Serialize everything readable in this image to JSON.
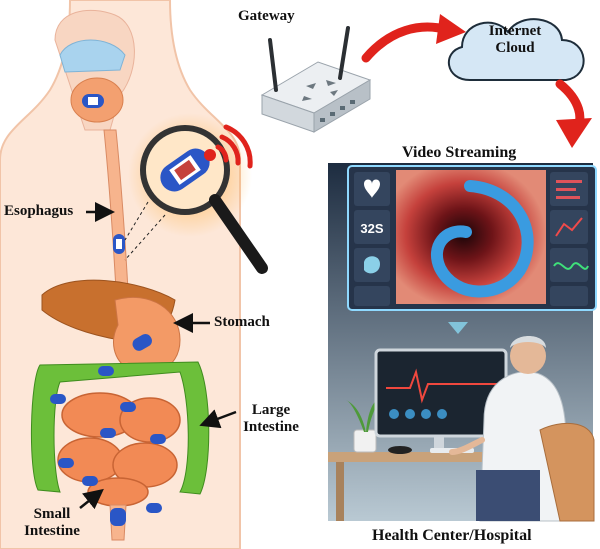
{
  "labels": {
    "gateway": "Gateway",
    "internet_cloud": "Internet\nCloud",
    "video_streaming": "Video Streaming",
    "esophagus": "Esophagus",
    "stomach": "Stomach",
    "large_intestine": "Large\nIntestine",
    "small_intestine": "Small\nIntestine",
    "health_center": "Health Center/Hospital"
  },
  "screen": {
    "counter": "32S"
  },
  "colors": {
    "arrow_red": "#e0231c",
    "capsule_blue": "#2a56c6",
    "cloud_fill": "#d5e7f5",
    "large_intestine": "#6cbf3a",
    "small_intestine": "#f28a55",
    "liver": "#c8702e",
    "tissue": "#c5413c"
  }
}
